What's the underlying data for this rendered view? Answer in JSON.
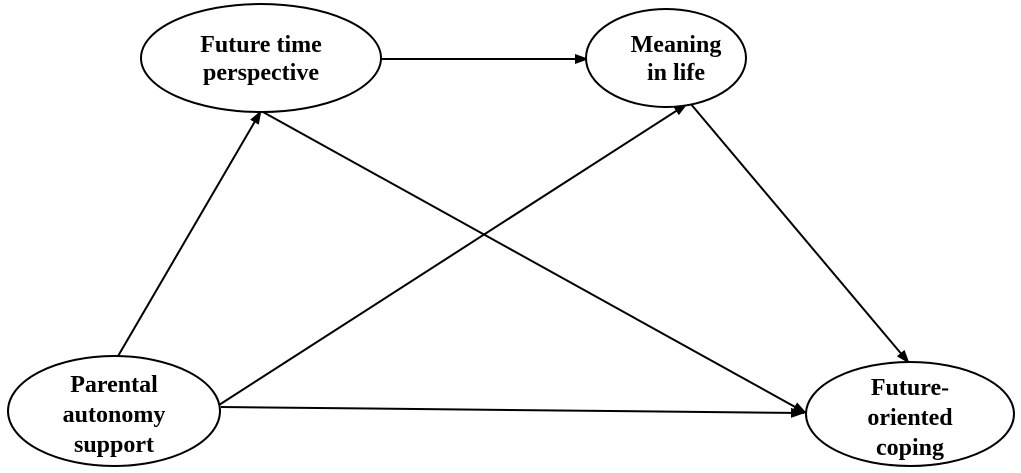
{
  "diagram": {
    "nodes": {
      "ftp": {
        "line1": "Future time",
        "line2": "perspective"
      },
      "mil": {
        "line1": "Meaning",
        "line2": "in life"
      },
      "pas": {
        "line1": "Parental",
        "line2": "autonomy",
        "line3": "support"
      },
      "foc": {
        "line1": "Future-",
        "line2": "oriented",
        "line3": "coping"
      }
    },
    "edges": [
      {
        "from": "ftp",
        "to": "mil"
      },
      {
        "from": "pas",
        "to": "ftp"
      },
      {
        "from": "pas",
        "to": "mil"
      },
      {
        "from": "pas",
        "to": "foc"
      },
      {
        "from": "ftp",
        "to": "foc"
      },
      {
        "from": "mil",
        "to": "foc"
      }
    ],
    "colors": {
      "stroke": "#000000",
      "fill": "#ffffff",
      "text": "#000000"
    }
  }
}
